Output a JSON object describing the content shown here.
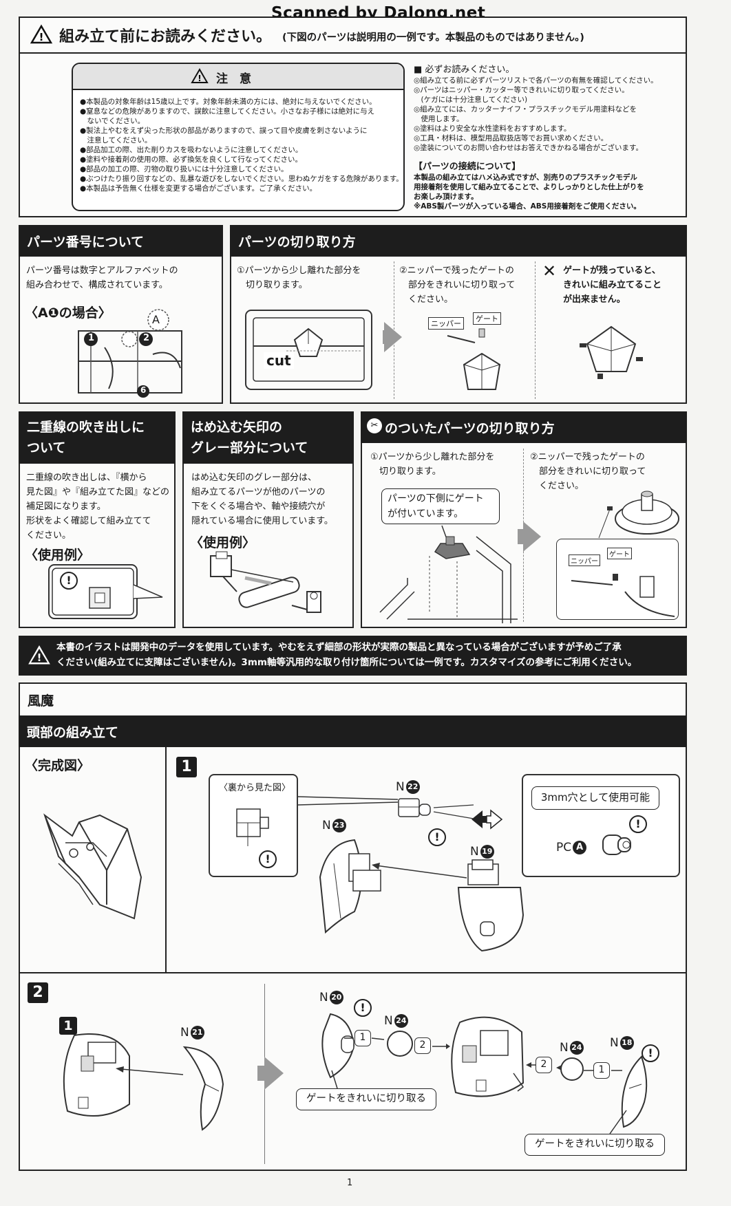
{
  "watermark": "Scanned by Dalong.net",
  "header": {
    "title": "組み立て前にお読みください。",
    "subtitle": "(下図のパーツは説明用の一例です。本製品のものではありません。)"
  },
  "caution": {
    "title": "注　意",
    "items": [
      "●本製品の対象年齢は15歳以上です。対象年齢未満の方には、絶対に与えないでください。",
      "●窒息などの危険がありますので、誤飲に注意してください。小さなお子様には絶対に与え\n　ないでください。",
      "●製法上やむをえず尖った形状の部品がありますので、誤って目や皮膚を刺さないように\n　注意してください。",
      "●部品加工の際、出た削りカスを吸わないように注意してください。",
      "●塗料や接着剤の使用の際、必ず換気を良くして行なってください。",
      "●部品の加工の際、刃物の取り扱いには十分注意してください。",
      "●ぶつけたり振り回すなどの、乱暴な遊びをしないでください。思わぬケガをする危険があります。",
      "●本製品は予告無く仕様を変更する場合がございます。ご了承ください。"
    ]
  },
  "read_notes": {
    "title": "■ 必ずお読みください。",
    "items": [
      "◎組み立てる前に必ずパーツリストで各パーツの有無を確認してください。",
      "◎パーツはニッパー・カッター等できれいに切り取ってください。\n　(ケガには十分注意してください)",
      "◎組み立てには、カッターナイフ・プラスチックモデル用塗料などを\n　使用します。",
      "◎塗料はより安全な水性塗料をおすすめします。",
      "◎工具・材料は、模型用品取扱店等でお買い求めください。",
      "◎塗装についてのお問い合わせはお答えできかねる場合がございます。"
    ],
    "connection_title": "【パーツの接続について】",
    "connection_text": "本製品の組み立てはハメ込み式ですが、別売りのプラスチックモデル\n用接着剤を使用して組み立てることで、よりしっかりとした仕上がりを\nお楽しみ頂けます。\n※ABS製パーツが入っている場合、ABS用接着剤をご使用ください。"
  },
  "part_numbers": {
    "title": "パーツ番号について",
    "text": "パーツ番号は数字とアルファベットの\n組み合わせで、構成されています。",
    "example": "〈A❶の場合〉",
    "labels": [
      "A",
      "1",
      "2",
      "6"
    ]
  },
  "cutting": {
    "title": "パーツの切り取り方",
    "step1": "①パーツから少し離れた部分を\n　切り取ります。",
    "step2": "②ニッパーで残ったゲートの\n　部分をきれいに切り取って\n　ください。",
    "warning": "ゲートが残っていると、\nきれいに組み立てること\nが出来ません。",
    "cut_label": "cut",
    "nipper_label": "ニッパー",
    "gate_label": "ゲート"
  },
  "double_line": {
    "title": "二重線の吹き出しに\nついて",
    "text": "二重線の吹き出しは、『横から\n見た図』や『組み立てた図』などの\n補足図になります。\n形状をよく確認して組み立てて\nください。",
    "example": "〈使用例〉"
  },
  "gray_arrow": {
    "title": "はめ込む矢印の\nグレー部分について",
    "text": "はめ込む矢印のグレー部分は、\n組み立てるパーツが他のパーツの\n下をくぐる場合や、軸や接続穴が\n隠れている場合に使用しています。",
    "example": "〈使用例〉"
  },
  "marked_parts": {
    "title": "のついたパーツの切り取り方",
    "step1": "①パーツから少し離れた部分を\n　切り取ります。",
    "step2": "②ニッパーで残ったゲートの\n　部分をきれいに切り取って\n　ください。",
    "callout": "パーツの下側にゲート\nが付いています。",
    "nipper_label": "ニッパー",
    "gate_label": "ゲート"
  },
  "notice": "本書のイラストは開発中のデータを使用しています。やむをえず細部の形状が実際の製品と異なっている場合がございますが予めご了承\nください(組み立てに支障はございません)。3mm軸等汎用的な取り付け箇所については一例です。カスタマイズの参考にご利用ください。",
  "model_name": "風魔",
  "head": {
    "title": "頭部の組み立て",
    "completed": "〈完成図〉",
    "step1": {
      "badge": "1",
      "back_view": "〈裏から見た図〉",
      "hole_note": "3mm穴として使用可能",
      "parts": [
        "N22",
        "N23",
        "N19",
        "PC A"
      ]
    },
    "step2": {
      "badge": "2",
      "sub_badge": "1",
      "parts": [
        "N21",
        "N20",
        "N24",
        "N24",
        "N18"
      ],
      "gate_note": "ゲートをきれいに切り取る",
      "order": [
        "1",
        "2",
        "2",
        "1"
      ]
    }
  },
  "page_number": "1"
}
